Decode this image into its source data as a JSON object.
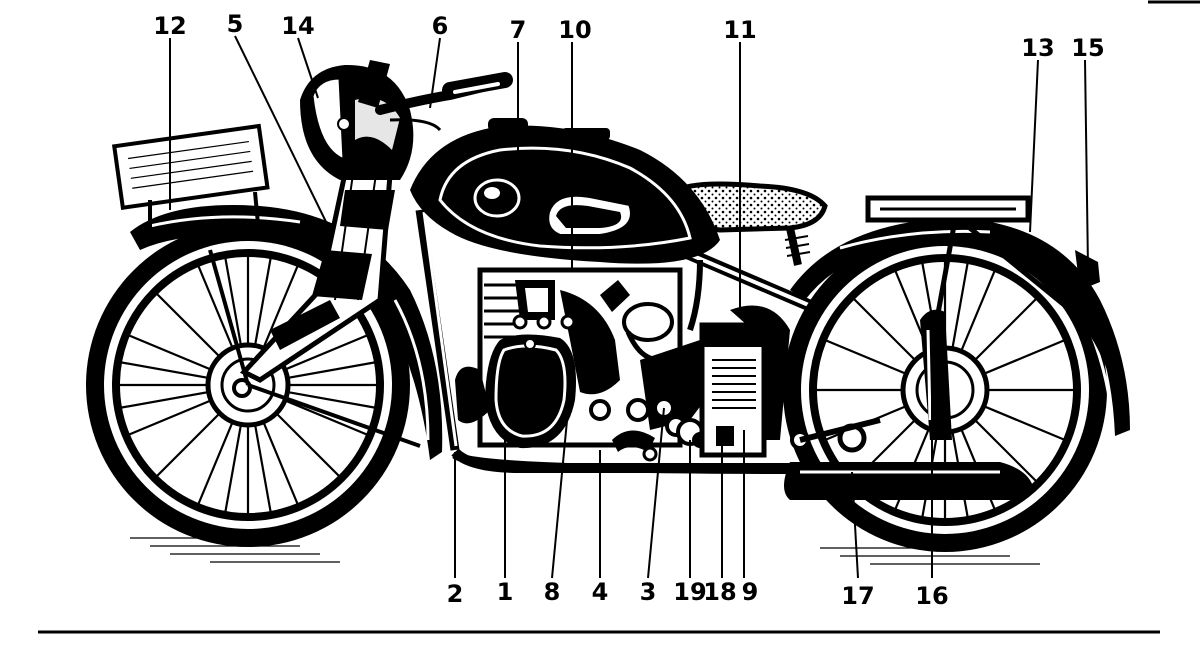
{
  "figure": {
    "type": "motorcycle-parts-diagram",
    "line_color": "#000000",
    "background": "#ffffff"
  },
  "callouts": {
    "c1": "1",
    "c2": "2",
    "c3": "3",
    "c4": "4",
    "c5": "5",
    "c6": "6",
    "c7": "7",
    "c8": "8",
    "c9": "9",
    "c10": "10",
    "c11": "11",
    "c12": "12",
    "c13": "13",
    "c14": "14",
    "c15": "15",
    "c16": "16",
    "c17": "17",
    "c18": "18",
    "c19": "19"
  }
}
